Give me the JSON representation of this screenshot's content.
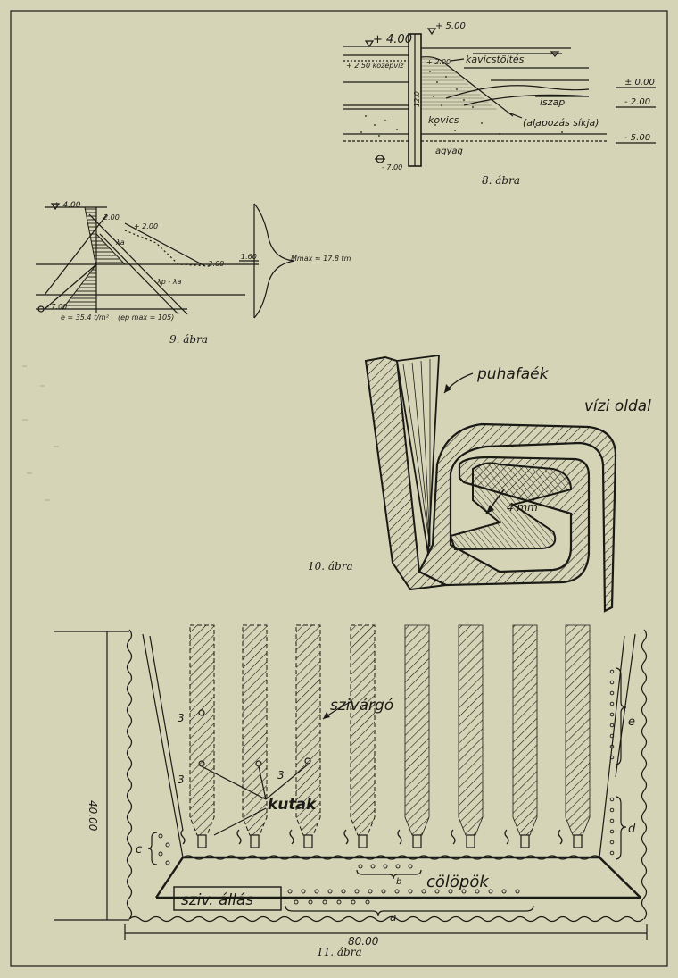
{
  "fig8": {
    "caption": "8. ábra",
    "labels": {
      "top_level": "+ 5.00",
      "water_level": "+ 4.00",
      "kozepviz": "+ 2.50 középvíz",
      "fill_top": "+ 2.00",
      "kavicstoltes": "kavicstöltés",
      "iszap": "iszap",
      "kavics": "kovics",
      "alaposas": "(alapozás síkja)",
      "agyag": "agyag",
      "depth": "12.0",
      "lev_0": "± 0.00",
      "lev_m2": "- 2.00",
      "lev_m5": "- 5.00",
      "lev_m7": "- 7.00"
    }
  },
  "fig9": {
    "caption": "9. ábra",
    "labels": {
      "water": "+ 4.00",
      "l200a": "2.00",
      "l200b": "+ 2.00",
      "l200c": "- 2.00",
      "l700": "- 7.00",
      "ep": "e = 35.4 t/m²",
      "epmax": "(ep max = 105)",
      "ka": "λa",
      "kp": "λp - λa",
      "l160": "1.60",
      "mmax": "Mmax ≈ 17.8 tm"
    }
  },
  "fig10": {
    "caption": "10. ábra",
    "labels": {
      "puhafaek": "puhafaék",
      "vizi": "vízi oldal",
      "gap": "4 mm"
    }
  },
  "fig11": {
    "caption": "11. ábra",
    "labels": {
      "szivargo": "szivárgó",
      "kutak": "kutak",
      "calopok": "cölöpök",
      "sziv_allas": "sziv. állás",
      "width": "80.00",
      "height": "40.00",
      "c": "c",
      "d": "d",
      "e": "e",
      "a": "a",
      "b": "b",
      "three": "3"
    }
  }
}
